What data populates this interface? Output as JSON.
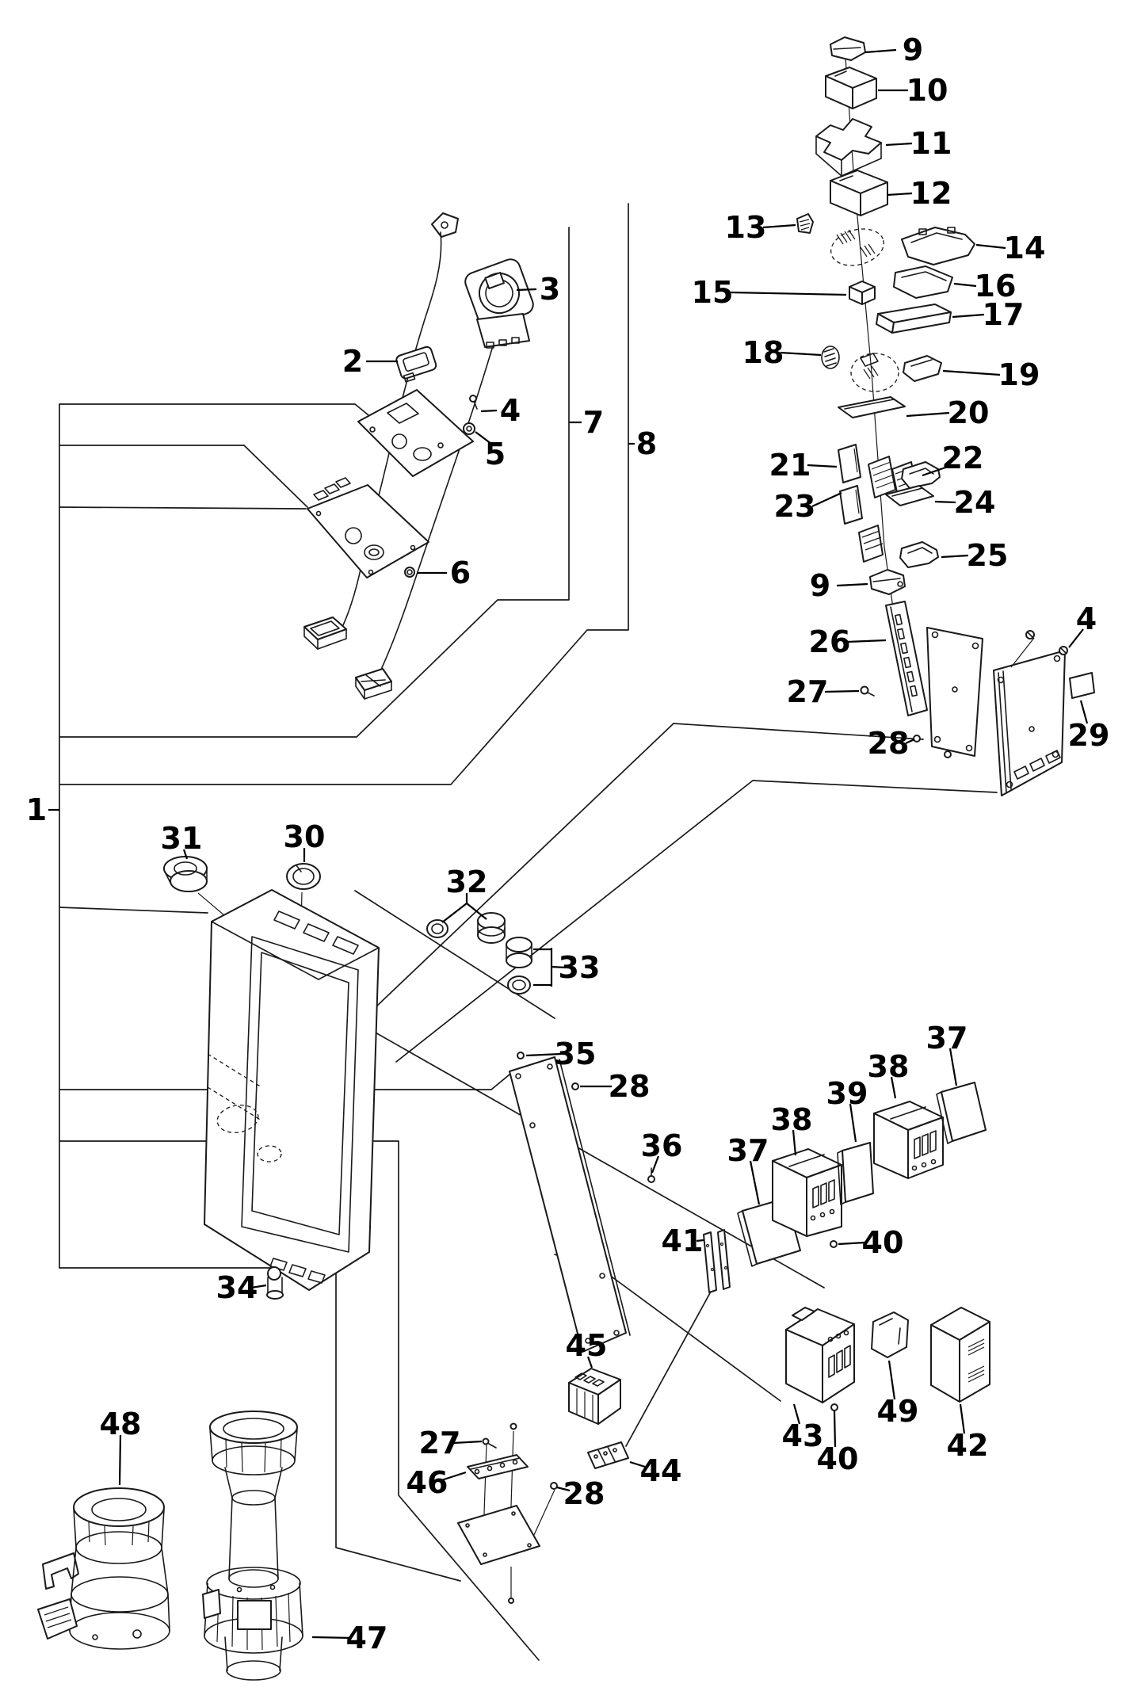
{
  "diagram": {
    "type": "exploded-parts-diagram",
    "background_color": "#ffffff",
    "line_color": "#1a1a1a",
    "label_color": "#000000"
  },
  "callouts": [
    {
      "label": "9",
      "text": [
        1152,
        63
      ],
      "leaders": [
        [
          [
            1131,
            63
          ],
          [
            1092,
            66
          ]
        ]
      ]
    },
    {
      "label": "10",
      "text": [
        1170,
        114
      ],
      "leaders": [
        [
          [
            1146,
            114
          ],
          [
            1108,
            114
          ]
        ]
      ]
    },
    {
      "label": "11",
      "text": [
        1175,
        181
      ],
      "leaders": [
        [
          [
            1151,
            181
          ],
          [
            1118,
            183
          ]
        ]
      ]
    },
    {
      "label": "12",
      "text": [
        1175,
        244
      ],
      "leaders": [
        [
          [
            1151,
            244
          ],
          [
            1120,
            246
          ]
        ]
      ]
    },
    {
      "label": "13",
      "text": [
        941,
        287
      ],
      "leaders": [
        [
          [
            963,
            287
          ],
          [
            1004,
            284
          ]
        ]
      ]
    },
    {
      "label": "14",
      "text": [
        1293,
        313
      ],
      "leaders": [
        [
          [
            1269,
            313
          ],
          [
            1232,
            309
          ]
        ]
      ]
    },
    {
      "label": "15",
      "text": [
        899,
        369
      ],
      "leaders": [
        [
          [
            921,
            369
          ],
          [
            1068,
            372
          ]
        ]
      ]
    },
    {
      "label": "16",
      "text": [
        1256,
        361
      ],
      "leaders": [
        [
          [
            1232,
            361
          ],
          [
            1204,
            358
          ]
        ]
      ]
    },
    {
      "label": "17",
      "text": [
        1266,
        397
      ],
      "leaders": [
        [
          [
            1242,
            397
          ],
          [
            1202,
            400
          ]
        ]
      ]
    },
    {
      "label": "18",
      "text": [
        963,
        445
      ],
      "leaders": [
        [
          [
            985,
            445
          ],
          [
            1036,
            448
          ]
        ]
      ]
    },
    {
      "label": "19",
      "text": [
        1286,
        473
      ],
      "leaders": [
        [
          [
            1262,
            473
          ],
          [
            1190,
            468
          ]
        ]
      ]
    },
    {
      "label": "20",
      "text": [
        1222,
        521
      ],
      "leaders": [
        [
          [
            1198,
            521
          ],
          [
            1144,
            525
          ]
        ]
      ]
    },
    {
      "label": "21",
      "text": [
        997,
        587
      ],
      "leaders": [
        [
          [
            1019,
            587
          ],
          [
            1056,
            589
          ]
        ]
      ]
    },
    {
      "label": "22",
      "text": [
        1215,
        578
      ],
      "leaders": [
        [
          [
            1196,
            589
          ],
          [
            1164,
            600
          ]
        ]
      ]
    },
    {
      "label": "23",
      "text": [
        1003,
        639
      ],
      "leaders": [
        [
          [
            1025,
            639
          ],
          [
            1062,
            622
          ]
        ]
      ]
    },
    {
      "label": "24",
      "text": [
        1230,
        634
      ],
      "leaders": [
        [
          [
            1206,
            634
          ],
          [
            1180,
            633
          ]
        ]
      ]
    },
    {
      "label": "25",
      "text": [
        1246,
        701
      ],
      "leaders": [
        [
          [
            1222,
            701
          ],
          [
            1188,
            703
          ]
        ]
      ]
    },
    {
      "label": "9",
      "text": [
        1035,
        739
      ],
      "leaders": [
        [
          [
            1056,
            739
          ],
          [
            1095,
            737
          ]
        ]
      ]
    },
    {
      "label": "26",
      "text": [
        1047,
        810
      ],
      "leaders": [
        [
          [
            1069,
            810
          ],
          [
            1118,
            808
          ]
        ]
      ]
    },
    {
      "label": "27",
      "text": [
        1019,
        873
      ],
      "leaders": [
        [
          [
            1041,
            873
          ],
          [
            1084,
            872
          ]
        ]
      ]
    },
    {
      "label": "28",
      "text": [
        1121,
        938
      ],
      "leaders": [
        [
          [
            1143,
            938
          ],
          [
            1154,
            933
          ]
        ]
      ]
    },
    {
      "label": "4",
      "text": [
        1371,
        781
      ],
      "leaders": [
        [
          [
            1367,
            794
          ],
          [
            1349,
            817
          ]
        ]
      ]
    },
    {
      "label": "29",
      "text": [
        1374,
        928
      ],
      "leaders": [
        [
          [
            1372,
            913
          ],
          [
            1364,
            884
          ]
        ]
      ]
    },
    {
      "label": "2",
      "text": [
        445,
        456
      ],
      "leaders": [
        [
          [
            462,
            456
          ],
          [
            502,
            456
          ]
        ]
      ]
    },
    {
      "label": "3",
      "text": [
        694,
        365
      ],
      "leaders": [
        [
          [
            677,
            365
          ],
          [
            652,
            366
          ]
        ]
      ]
    },
    {
      "label": "4",
      "text": [
        644,
        518
      ],
      "leaders": [
        [
          [
            627,
            518
          ],
          [
            607,
            519
          ]
        ]
      ]
    },
    {
      "label": "5",
      "text": [
        625,
        573
      ],
      "leaders": [
        [
          [
            620,
            560
          ],
          [
            600,
            545
          ]
        ]
      ]
    },
    {
      "label": "6",
      "text": [
        581,
        723
      ],
      "leaders": [
        [
          [
            564,
            723
          ],
          [
            526,
            723
          ]
        ]
      ]
    },
    {
      "label": "7",
      "text": [
        749,
        533
      ],
      "leaders": [
        [
          [
            734,
            533
          ],
          [
            718,
            533
          ]
        ]
      ]
    },
    {
      "label": "8",
      "text": [
        816,
        560
      ],
      "leaders": [
        [
          [
            801,
            560
          ],
          [
            793,
            560
          ]
        ]
      ]
    },
    {
      "label": "1",
      "text": [
        46,
        1022
      ],
      "leaders": [
        [
          [
            61,
            1022
          ],
          [
            75,
            1022
          ]
        ]
      ]
    },
    {
      "label": "31",
      "text": [
        229,
        1058
      ],
      "leaders": [
        [
          [
            232,
            1072
          ],
          [
            236,
            1084
          ]
        ]
      ]
    },
    {
      "label": "30",
      "text": [
        384,
        1056
      ],
      "leaders": [
        [
          [
            384,
            1070
          ],
          [
            384,
            1088
          ]
        ]
      ]
    },
    {
      "label": "32",
      "text": [
        589,
        1113
      ],
      "leaders": [
        [
          [
            589,
            1127
          ],
          [
            589,
            1140
          ],
          [
            558,
            1164
          ]
        ],
        [
          [
            589,
            1140
          ],
          [
            614,
            1160
          ]
        ]
      ]
    },
    {
      "label": "33",
      "text": [
        731,
        1221
      ],
      "leaders": [
        [
          [
            714,
            1221
          ],
          [
            696,
            1220
          ]
        ],
        [
          [
            696,
            1196
          ],
          [
            696,
            1245
          ]
        ],
        [
          [
            696,
            1198
          ],
          [
            673,
            1198
          ]
        ],
        [
          [
            696,
            1243
          ],
          [
            673,
            1243
          ]
        ]
      ]
    },
    {
      "label": "34",
      "text": [
        299,
        1625
      ],
      "leaders": [
        [
          [
            317,
            1625
          ],
          [
            336,
            1622
          ]
        ]
      ]
    },
    {
      "label": "35",
      "text": [
        726,
        1330
      ],
      "leaders": [
        [
          [
            708,
            1330
          ],
          [
            664,
            1332
          ]
        ]
      ]
    },
    {
      "label": "28",
      "text": [
        794,
        1371
      ],
      "leaders": [
        [
          [
            772,
            1371
          ],
          [
            732,
            1371
          ]
        ]
      ]
    },
    {
      "label": "36",
      "text": [
        835,
        1446
      ],
      "leaders": [
        [
          [
            831,
            1459
          ],
          [
            823,
            1480
          ]
        ]
      ]
    },
    {
      "label": "37",
      "text": [
        944,
        1452
      ],
      "leaders": [
        [
          [
            947,
            1465
          ],
          [
            958,
            1520
          ]
        ]
      ]
    },
    {
      "label": "38",
      "text": [
        999,
        1413
      ],
      "leaders": [
        [
          [
            1001,
            1426
          ],
          [
            1004,
            1458
          ]
        ]
      ]
    },
    {
      "label": "39",
      "text": [
        1069,
        1380
      ],
      "leaders": [
        [
          [
            1073,
            1393
          ],
          [
            1080,
            1441
          ]
        ]
      ]
    },
    {
      "label": "38",
      "text": [
        1121,
        1346
      ],
      "leaders": [
        [
          [
            1125,
            1359
          ],
          [
            1130,
            1386
          ]
        ]
      ]
    },
    {
      "label": "37",
      "text": [
        1195,
        1310
      ],
      "leaders": [
        [
          [
            1199,
            1323
          ],
          [
            1207,
            1370
          ]
        ]
      ]
    },
    {
      "label": "40",
      "text": [
        1114,
        1568
      ],
      "leaders": [
        [
          [
            1092,
            1568
          ],
          [
            1058,
            1570
          ]
        ]
      ]
    },
    {
      "label": "41",
      "text": [
        861,
        1566
      ],
      "leaders": [
        [
          [
            879,
            1566
          ],
          [
            888,
            1565
          ]
        ]
      ]
    },
    {
      "label": "45",
      "text": [
        740,
        1698
      ],
      "leaders": [
        [
          [
            742,
            1712
          ],
          [
            747,
            1726
          ]
        ]
      ]
    },
    {
      "label": "43",
      "text": [
        1013,
        1812
      ],
      "leaders": [
        [
          [
            1009,
            1797
          ],
          [
            1002,
            1772
          ]
        ]
      ]
    },
    {
      "label": "40",
      "text": [
        1057,
        1841
      ],
      "leaders": [
        [
          [
            1054,
            1826
          ],
          [
            1053,
            1780
          ]
        ]
      ]
    },
    {
      "label": "49",
      "text": [
        1133,
        1781
      ],
      "leaders": [
        [
          [
            1129,
            1766
          ],
          [
            1122,
            1717
          ]
        ]
      ]
    },
    {
      "label": "42",
      "text": [
        1221,
        1824
      ],
      "leaders": [
        [
          [
            1217,
            1809
          ],
          [
            1212,
            1772
          ]
        ]
      ]
    },
    {
      "label": "44",
      "text": [
        834,
        1856
      ],
      "leaders": [
        [
          [
            814,
            1851
          ],
          [
            795,
            1845
          ]
        ]
      ]
    },
    {
      "label": "27",
      "text": [
        555,
        1821
      ],
      "leaders": [
        [
          [
            572,
            1821
          ],
          [
            608,
            1819
          ]
        ]
      ]
    },
    {
      "label": "46",
      "text": [
        539,
        1871
      ],
      "leaders": [
        [
          [
            557,
            1868
          ],
          [
            588,
            1858
          ]
        ]
      ]
    },
    {
      "label": "28",
      "text": [
        737,
        1885
      ],
      "leaders": [
        [
          [
            719,
            1881
          ],
          [
            703,
            1877
          ]
        ]
      ]
    },
    {
      "label": "47",
      "text": [
        463,
        2067
      ],
      "leaders": [
        [
          [
            444,
            2067
          ],
          [
            394,
            2066
          ]
        ]
      ]
    },
    {
      "label": "48",
      "text": [
        152,
        1797
      ],
      "leaders": [
        [
          [
            152,
            1811
          ],
          [
            151,
            1874
          ]
        ]
      ]
    }
  ]
}
